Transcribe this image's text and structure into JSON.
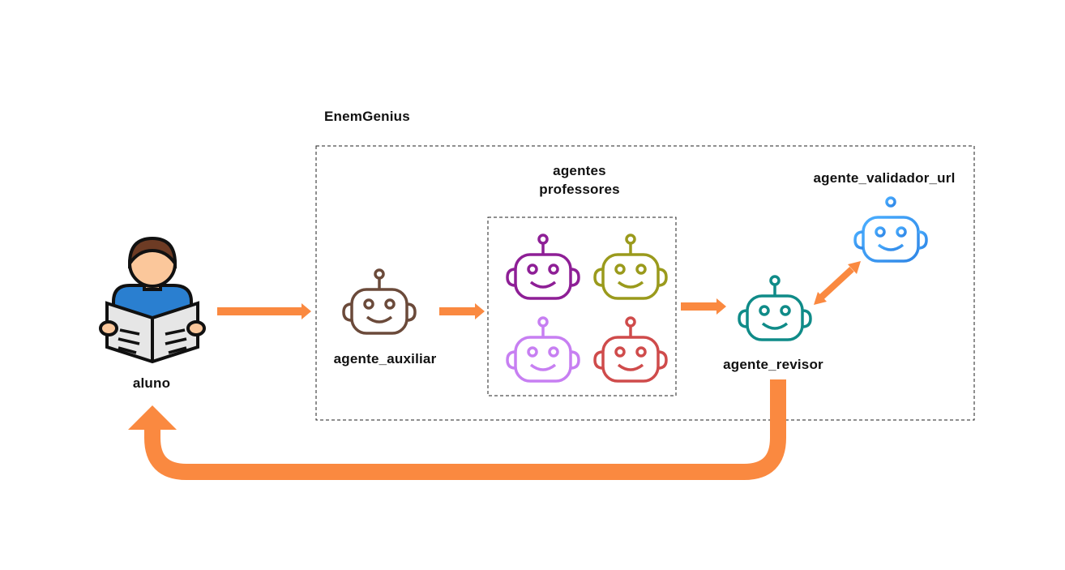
{
  "title": "EnemGenius",
  "nodes": {
    "student": {
      "label": "aluno"
    },
    "helper_agent": {
      "label": "agente_auxiliar",
      "color": "#6b4a3a"
    },
    "teacher_agents": {
      "label": "agentes professores",
      "colors": [
        "#8e1f96",
        "#9a9a1c",
        "#c77ff2",
        "#cf4b4b"
      ]
    },
    "reviewer_agent": {
      "label": "agente_revisor",
      "color": "#0f8b88"
    },
    "url_validator_agent": {
      "label": "agente_validador_url",
      "color": "#3ea2f5"
    }
  },
  "colors": {
    "arrow": "#fa8940",
    "student_hair": "#6d3b24",
    "student_skin": "#fbc79b",
    "student_shirt": "#2a7fd0",
    "newspaper": "#e6e6e6",
    "outline": "#111111"
  }
}
